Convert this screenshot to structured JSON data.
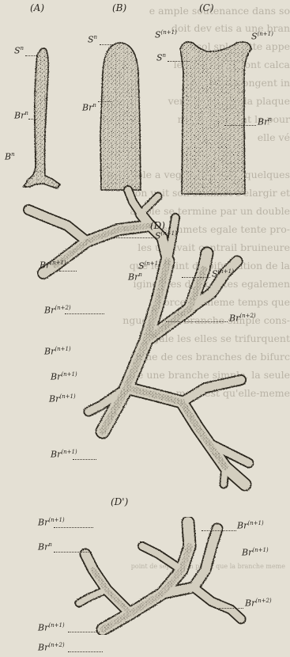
{
  "figures": {
    "A": {
      "caption": "(A)",
      "labels": {
        "s": {
          "base": "S",
          "sup": "n"
        },
        "br": {
          "base": "Br",
          "sup": "n"
        },
        "b": {
          "base": "B",
          "sup": "n"
        }
      }
    },
    "B": {
      "caption": "(B)",
      "labels": {
        "s": {
          "base": "S",
          "sup": "n"
        },
        "br": {
          "base": "Br",
          "sup": "n"
        }
      }
    },
    "C": {
      "caption": "(C)",
      "labels": {
        "s1a": {
          "base": "S",
          "sup": "(n+1)"
        },
        "s1b": {
          "base": "S",
          "sup": "(n+1)"
        },
        "s": {
          "base": "S",
          "sup": "n"
        },
        "br": {
          "base": "Br",
          "sup": "n"
        }
      }
    },
    "D": {
      "caption": "(D)",
      "labels": {
        "s1": {
          "base": "S",
          "sup": "(n+1)"
        },
        "s1b": {
          "base": "S",
          "sup": "(n+1)"
        },
        "br": {
          "base": "Br",
          "sup": "n"
        },
        "s1c": {
          "base": "S",
          "sup": "(n+1)"
        },
        "br1": {
          "base": "Br",
          "sup": "(n+1)"
        },
        "br2": {
          "base": "Br",
          "sup": "(n+2)"
        },
        "br2b": {
          "base": "Br",
          "sup": "(n+2)"
        },
        "br3": {
          "base": "Br",
          "sup": "(n+1)"
        },
        "br4": {
          "base": "Br",
          "sup": "(n+1)"
        },
        "br5": {
          "base": "Br",
          "sup": "(n+1)"
        },
        "br6": {
          "base": "Br",
          "sup": "(n+1)"
        }
      }
    },
    "D2": {
      "caption": "(D')",
      "labels": {
        "l1": {
          "base": "Br",
          "sup": "(n+1)"
        },
        "l2": {
          "base": "Br",
          "sup": "n"
        },
        "l3": {
          "base": "Br",
          "sup": "(n+1)"
        },
        "l4": {
          "base": "Br",
          "sup": "(n+2)"
        },
        "r1": {
          "base": "Br",
          "sup": "(n+1)"
        },
        "r2": {
          "base": "Br",
          "sup": "(n+1)"
        },
        "r3": {
          "base": "Br",
          "sup": "(n+2)"
        }
      }
    }
  },
  "bleed_text": [
    "e ample soutenance dans so",
    "doit dev  etis  a une bran",
    "sol    sple cette   appe",
    "les b    comple   sont calca",
    "qui o      elles    longent in",
    "vers la    face de la plaque",
    "mple       grimpent le pour",
    "elle   vé",
    "imple a vegete pendant quelques",
    "on voit son sommet s'elargir et",
    "ample se termine par un double",
    "sommets egale   tente    pro-",
    "les un avait contrail bruineure",
    "que le point de bifurcation de  la",
    "igine , les deux  cotes  egalemen",
    "force  en meme  temps que",
    "ngueur  une branche simple cons-",
    "egale  les elles se trifurquent",
    "cune de ces branches de bifurc",
    "ne une branche simple, la  seule",
    "branche mere  est  qu'elle-meme"
  ],
  "footnote_bleed": "point de separation pluot, que la branche meme"
}
